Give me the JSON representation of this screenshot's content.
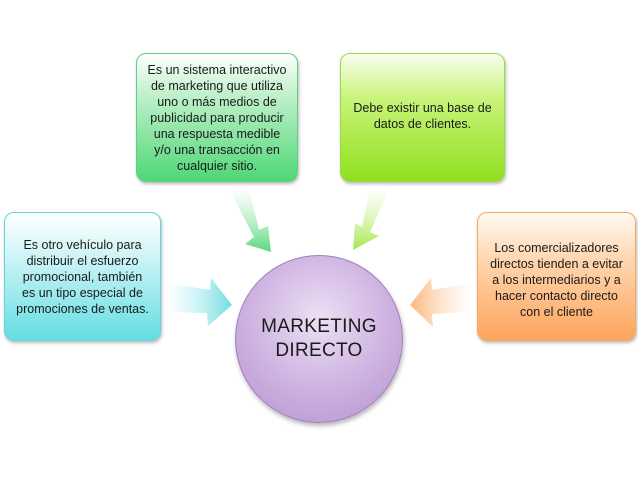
{
  "center": {
    "label": "MARKETING DIRECTO"
  },
  "nodes": {
    "top_left": "Es un sistema interactivo de marketing que utiliza uno o más medios de publicidad para producir una respuesta medible y/o una transacción en cualquier sitio.",
    "top_right": "Debe existir una base de datos de clientes.",
    "left": "Es otro vehículo para distribuir el esfuerzo promocional, también es un tipo especial de promociones de ventas.",
    "right": "Los comercializadores directos tienden a evitar a los intermediarios y a hacer contacto directo con el cliente"
  },
  "colors": {
    "top_left": "#4fd776",
    "top_right": "#8fe01d",
    "left": "#63dde3",
    "right": "#fda55c",
    "center": "#ccb1e0"
  }
}
